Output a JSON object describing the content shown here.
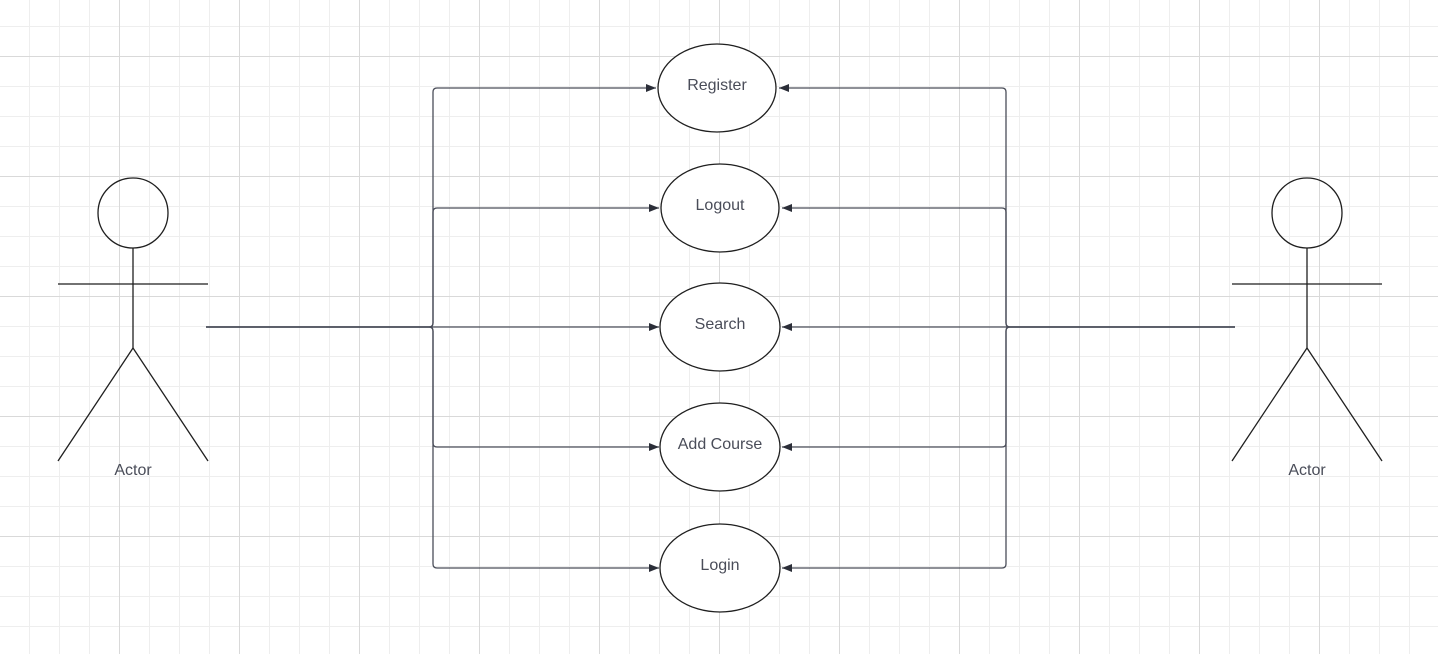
{
  "colors": {
    "stroke": "#2b2e38",
    "connector": "#4a4d59",
    "text": "#4a4d59",
    "grid_major": "#d9d9d9",
    "grid_minor": "#eeeeee",
    "background": "#ffffff"
  },
  "actors": [
    {
      "id": "left",
      "label": "Actor"
    },
    {
      "id": "right",
      "label": "Actor"
    }
  ],
  "use_cases": [
    {
      "id": "register",
      "label": "Register"
    },
    {
      "id": "logout",
      "label": "Logout"
    },
    {
      "id": "search",
      "label": "Search"
    },
    {
      "id": "add-course",
      "label": "Add Course"
    },
    {
      "id": "login",
      "label": "Login"
    }
  ]
}
